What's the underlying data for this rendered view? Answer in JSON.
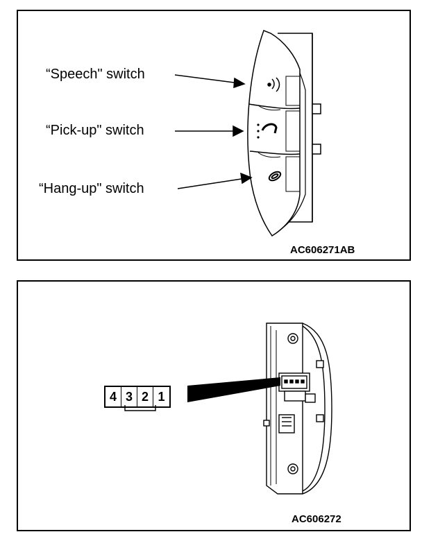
{
  "figure_top": {
    "labels": {
      "speech": "“Speech\" switch",
      "pickup": "“Pick-up\" switch",
      "hangup": "“Hang-up\" switch"
    },
    "code": "AC606271AB"
  },
  "figure_bottom": {
    "connector_pins": [
      "4",
      "3",
      "2",
      "1"
    ],
    "code": "AC606272"
  },
  "colors": {
    "line": "#000000",
    "background": "#ffffff",
    "shade": "#d8d8d8"
  }
}
